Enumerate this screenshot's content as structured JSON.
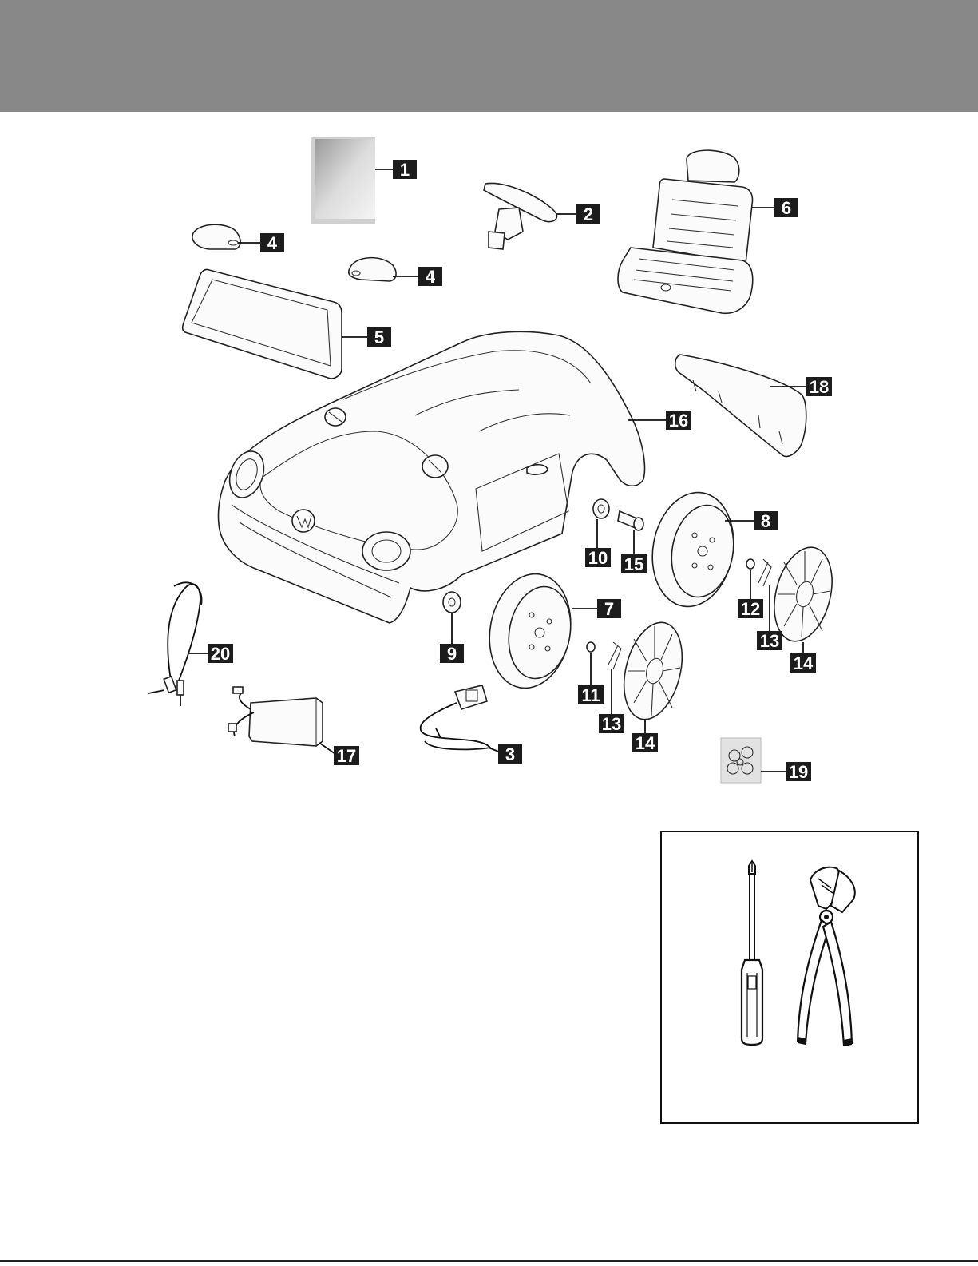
{
  "callouts": [
    {
      "id": "manual",
      "label": "1"
    },
    {
      "id": "steering-wheel",
      "label": "2"
    },
    {
      "id": "charger",
      "label": "3"
    },
    {
      "id": "mirror-left",
      "label": "4"
    },
    {
      "id": "mirror-right",
      "label": "4"
    },
    {
      "id": "windshield",
      "label": "5"
    },
    {
      "id": "seat",
      "label": "6"
    },
    {
      "id": "wheel-front",
      "label": "7"
    },
    {
      "id": "wheel-rear",
      "label": "8"
    },
    {
      "id": "washer-front",
      "label": "9"
    },
    {
      "id": "washer-rear",
      "label": "10"
    },
    {
      "id": "small-washer-front",
      "label": "11"
    },
    {
      "id": "small-washer-rear",
      "label": "12"
    },
    {
      "id": "cotter-pin-front",
      "label": "13"
    },
    {
      "id": "cotter-pin-rear",
      "label": "13"
    },
    {
      "id": "hubcap-front",
      "label": "14"
    },
    {
      "id": "hubcap-rear",
      "label": "14"
    },
    {
      "id": "spacer-tube",
      "label": "15"
    },
    {
      "id": "car-body",
      "label": "16"
    },
    {
      "id": "battery",
      "label": "17"
    },
    {
      "id": "rear-spoiler",
      "label": "18"
    },
    {
      "id": "hardware-bag",
      "label": "19"
    },
    {
      "id": "aux-cable",
      "label": "20"
    }
  ],
  "colors": {
    "header_band": "#888888",
    "tag_fill": "#1c1c1c",
    "tag_text": "#ffffff",
    "line_art": "#222222"
  },
  "tools": {
    "icons": [
      "phillips-screwdriver-icon",
      "pliers-icon"
    ]
  }
}
